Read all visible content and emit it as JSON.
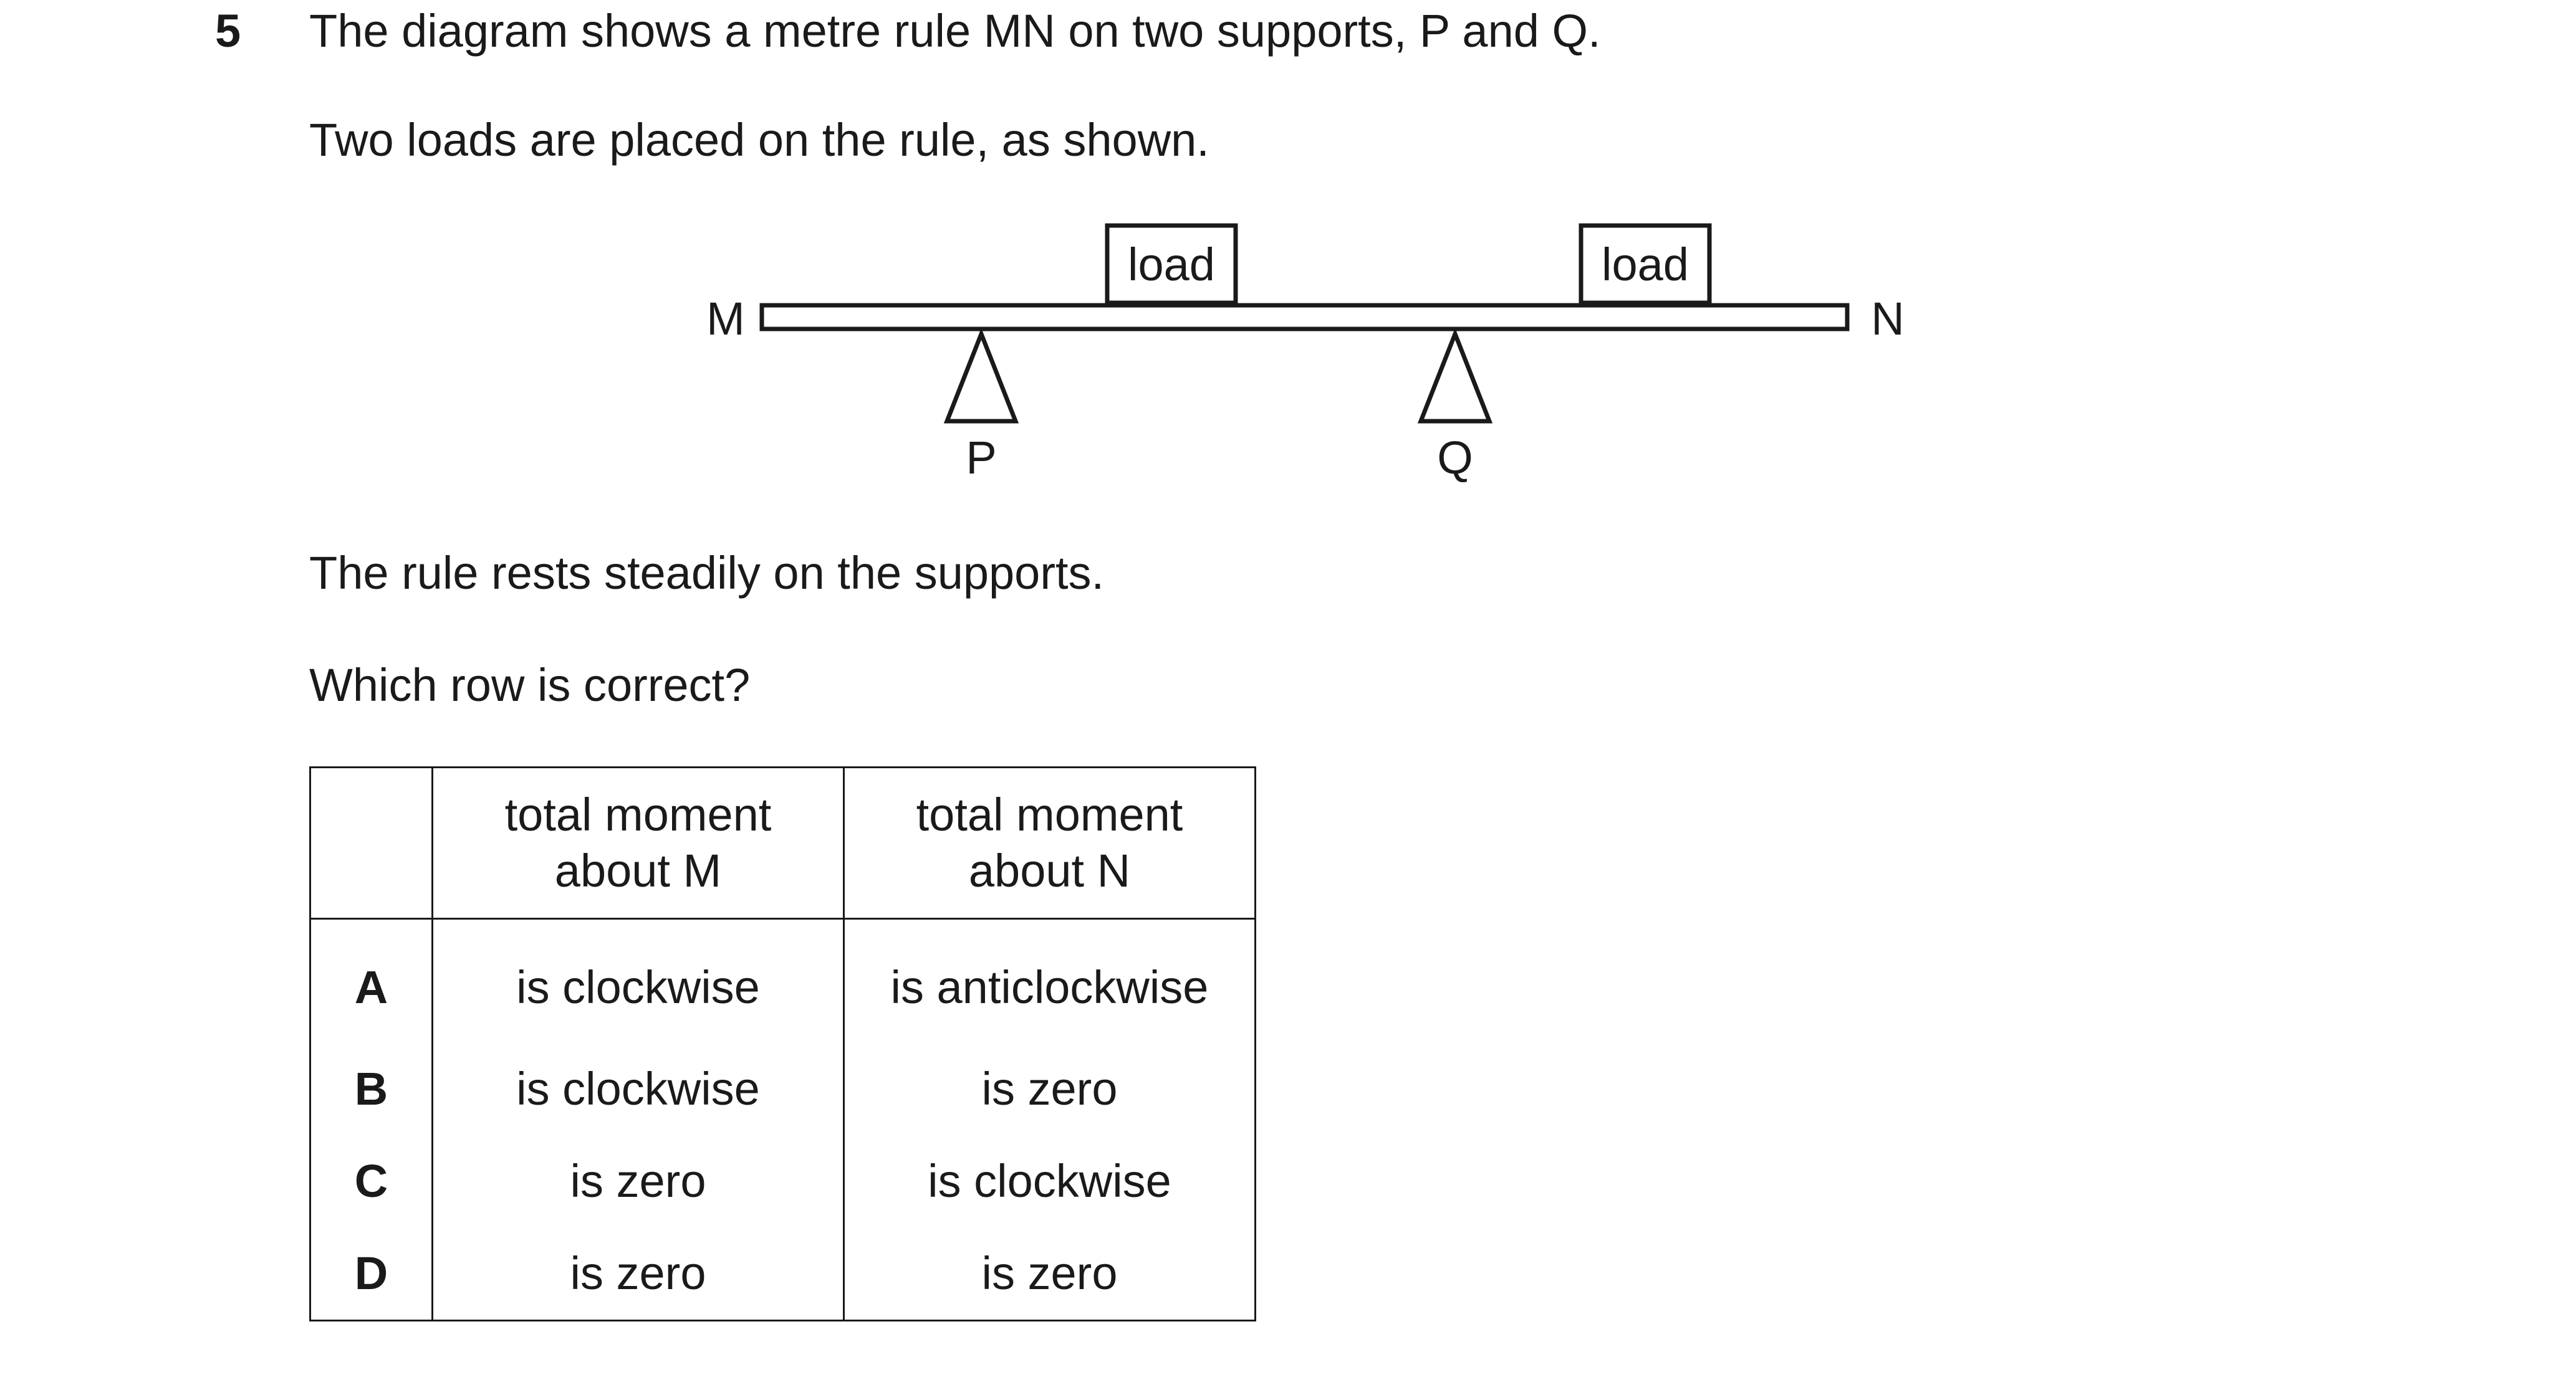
{
  "question": {
    "number": "5",
    "intro_line1": "The diagram shows a metre rule MN on two supports, P and Q.",
    "intro_line2": "Two loads are placed on the rule, as shown.",
    "statement": "The rule rests steadily on the supports.",
    "prompt": "Which row is correct?"
  },
  "diagram": {
    "end_left": "M",
    "end_right": "N",
    "load_left": "load",
    "load_right": "load",
    "support_left": "P",
    "support_right": "Q"
  },
  "table": {
    "headers": {
      "blank": "",
      "m_line1": "total moment",
      "m_line2": "about M",
      "n_line1": "total moment",
      "n_line2": "about N"
    },
    "rows": [
      {
        "letter": "A",
        "about_m": "is clockwise",
        "about_n": "is anticlockwise"
      },
      {
        "letter": "B",
        "about_m": "is clockwise",
        "about_n": "is zero"
      },
      {
        "letter": "C",
        "about_m": "is zero",
        "about_n": "is clockwise"
      },
      {
        "letter": "D",
        "about_m": "is zero",
        "about_n": "is zero"
      }
    ]
  }
}
